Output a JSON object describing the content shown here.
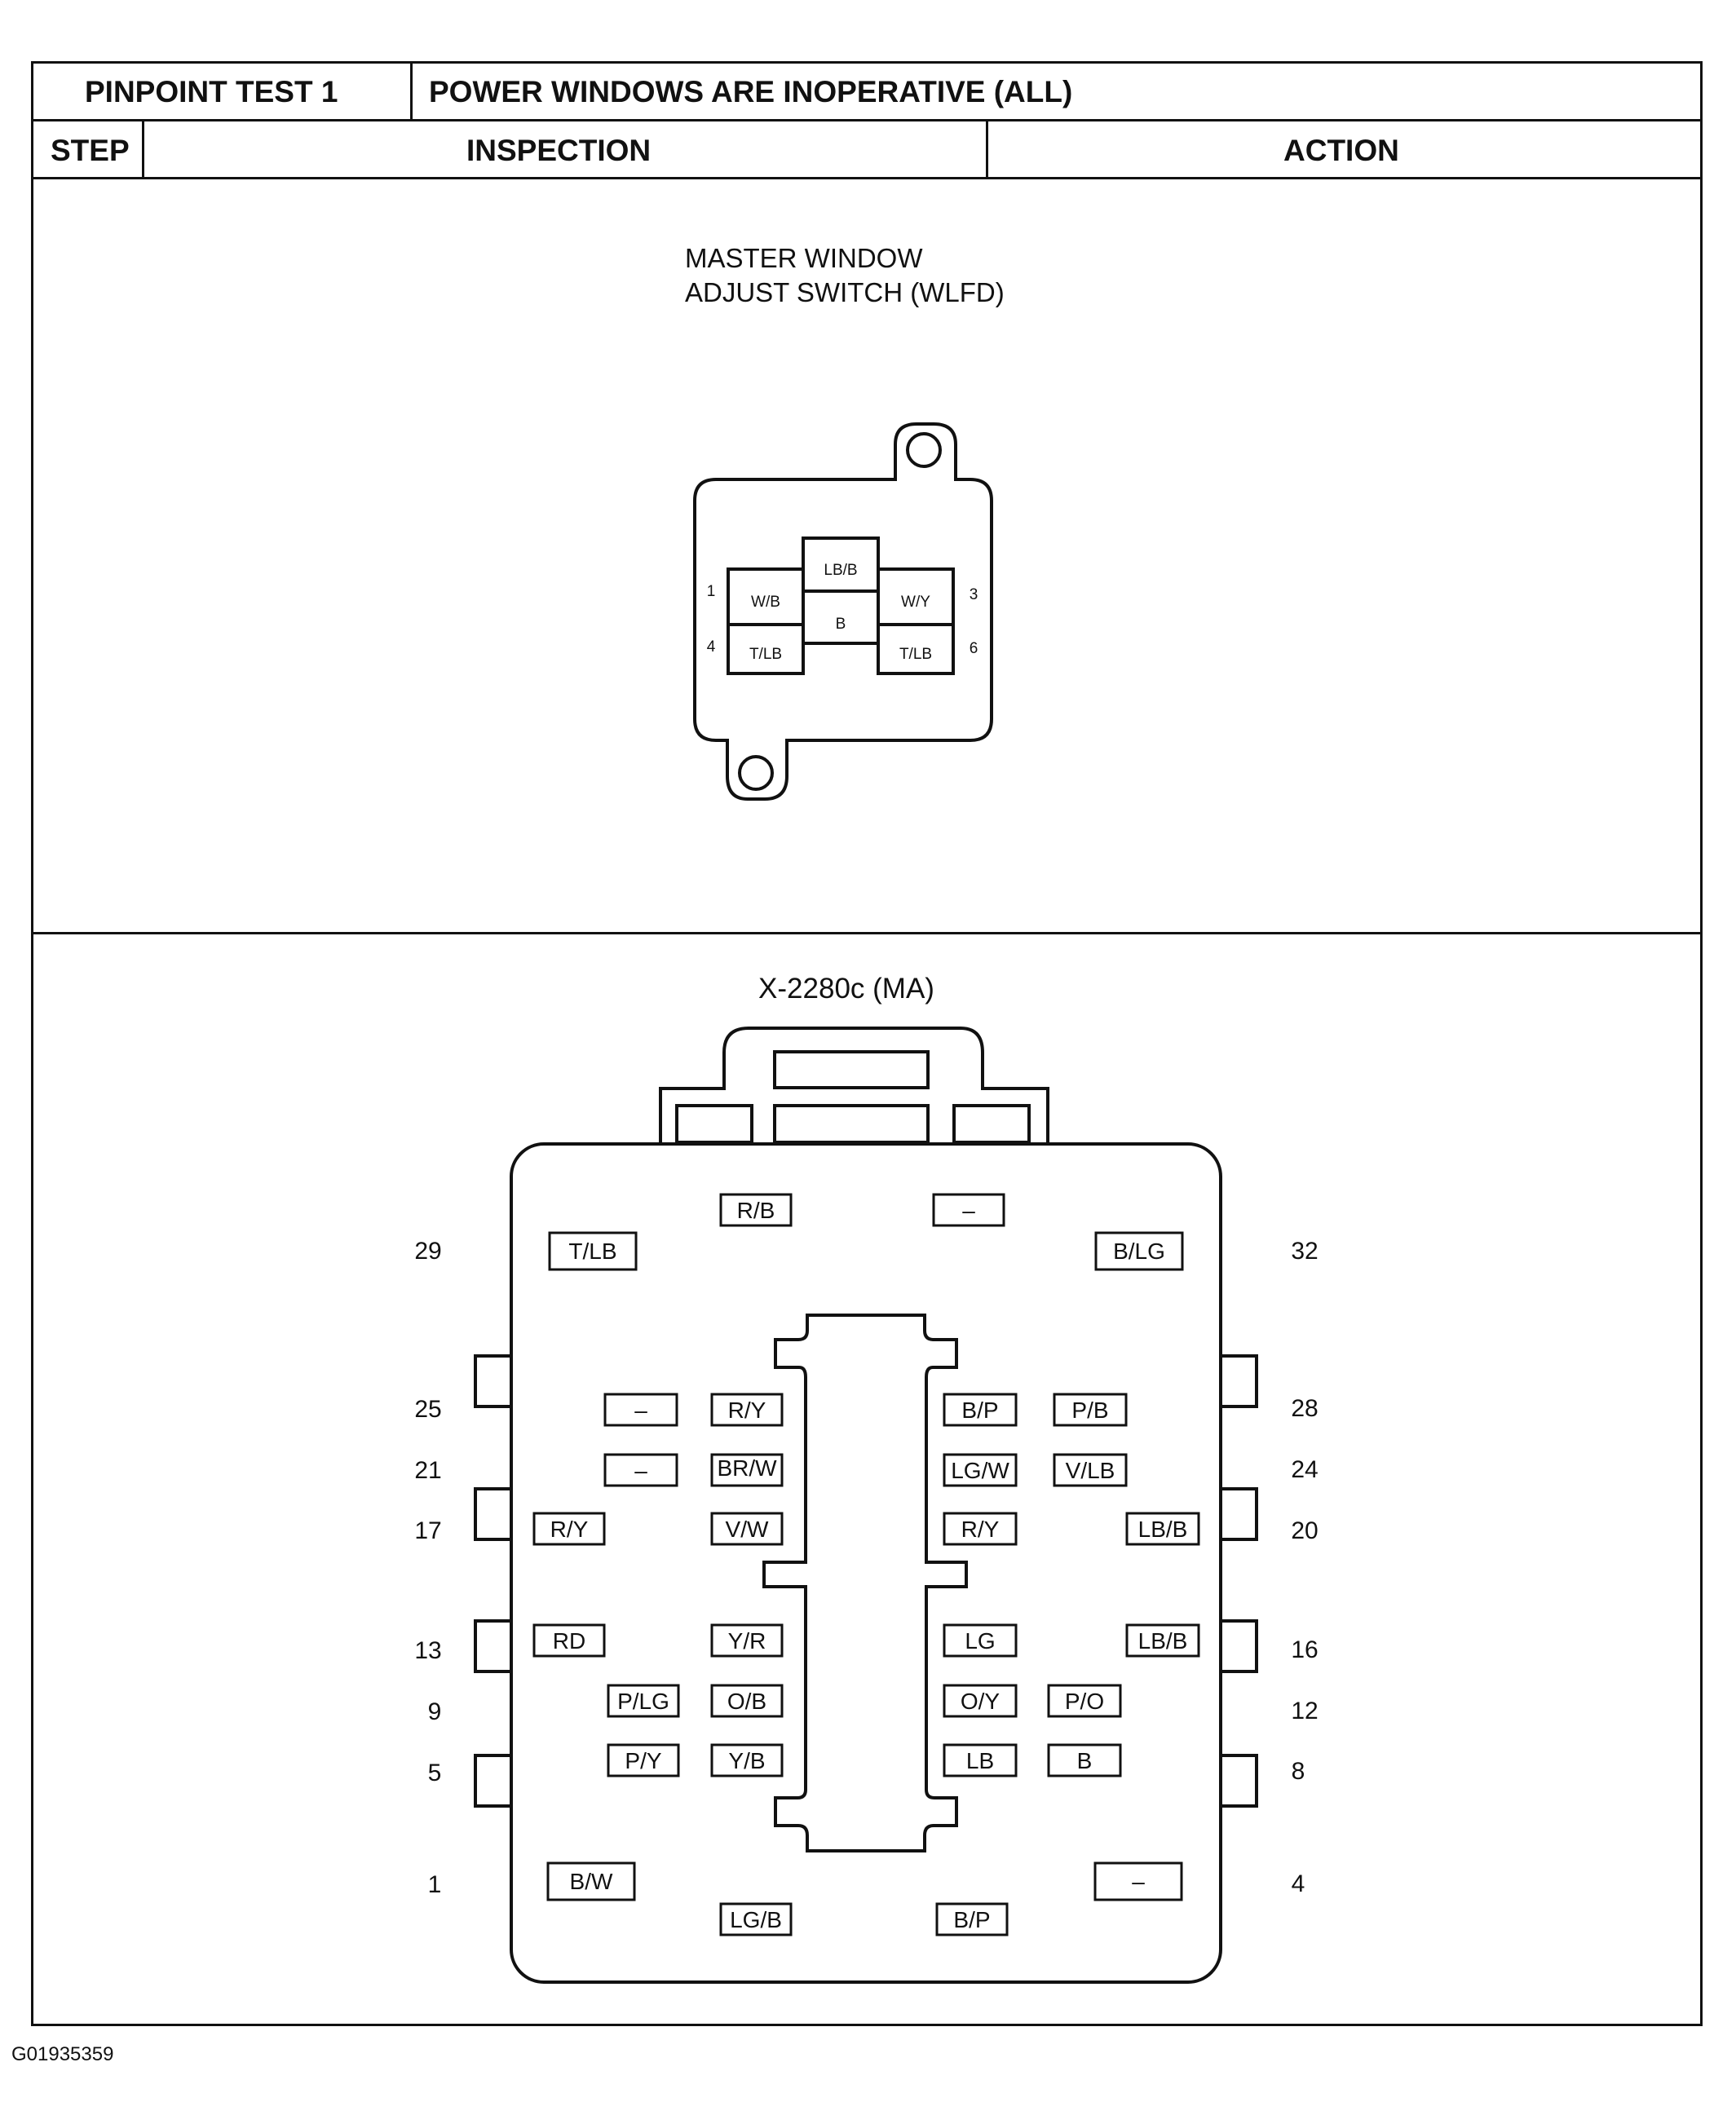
{
  "header": {
    "test_id": "PINPOINT TEST 1",
    "test_title": "POWER WINDOWS ARE INOPERATIVE (ALL)"
  },
  "columns": {
    "step": "STEP",
    "inspection": "INSPECTION",
    "action": "ACTION"
  },
  "switch_diagram": {
    "title_line1": "MASTER WINDOW",
    "title_line2": "ADJUST SWITCH (WLFD)",
    "pins": [
      {
        "pin": "1",
        "wire": "W/B"
      },
      {
        "pin": "",
        "wire": "LB/B"
      },
      {
        "pin": "3",
        "wire": "W/Y"
      },
      {
        "pin": "4",
        "wire": "T/LB"
      },
      {
        "pin": "",
        "wire": "B"
      },
      {
        "pin": "6",
        "wire": "T/LB"
      }
    ]
  },
  "connector_diagram": {
    "title": "X-2280c (MA)",
    "row_labels_left": [
      "29",
      "25",
      "21",
      "17",
      "13",
      "9",
      "5",
      "1"
    ],
    "row_labels_right": [
      "32",
      "28",
      "24",
      "20",
      "16",
      "12",
      "8",
      "4"
    ],
    "pins": [
      {
        "wire": "R/B"
      },
      {
        "wire": "–"
      },
      {
        "wire": "T/LB"
      },
      {
        "wire": "B/LG"
      },
      {
        "wire": "–"
      },
      {
        "wire": "R/Y"
      },
      {
        "wire": "B/P"
      },
      {
        "wire": "P/B"
      },
      {
        "wire": "–"
      },
      {
        "wire": "BR/W"
      },
      {
        "wire": "LG/W"
      },
      {
        "wire": "V/LB"
      },
      {
        "wire": "R/Y"
      },
      {
        "wire": "V/W"
      },
      {
        "wire": "R/Y"
      },
      {
        "wire": "LB/B"
      },
      {
        "wire": "RD"
      },
      {
        "wire": "Y/R"
      },
      {
        "wire": "LG"
      },
      {
        "wire": "LB/B"
      },
      {
        "wire": "P/LG"
      },
      {
        "wire": "O/B"
      },
      {
        "wire": "O/Y"
      },
      {
        "wire": "P/O"
      },
      {
        "wire": "P/Y"
      },
      {
        "wire": "Y/B"
      },
      {
        "wire": "LB"
      },
      {
        "wire": "B"
      },
      {
        "wire": "B/W"
      },
      {
        "wire": "–"
      },
      {
        "wire": "LG/B"
      },
      {
        "wire": "B/P"
      }
    ]
  },
  "figure_id": "G01935359"
}
